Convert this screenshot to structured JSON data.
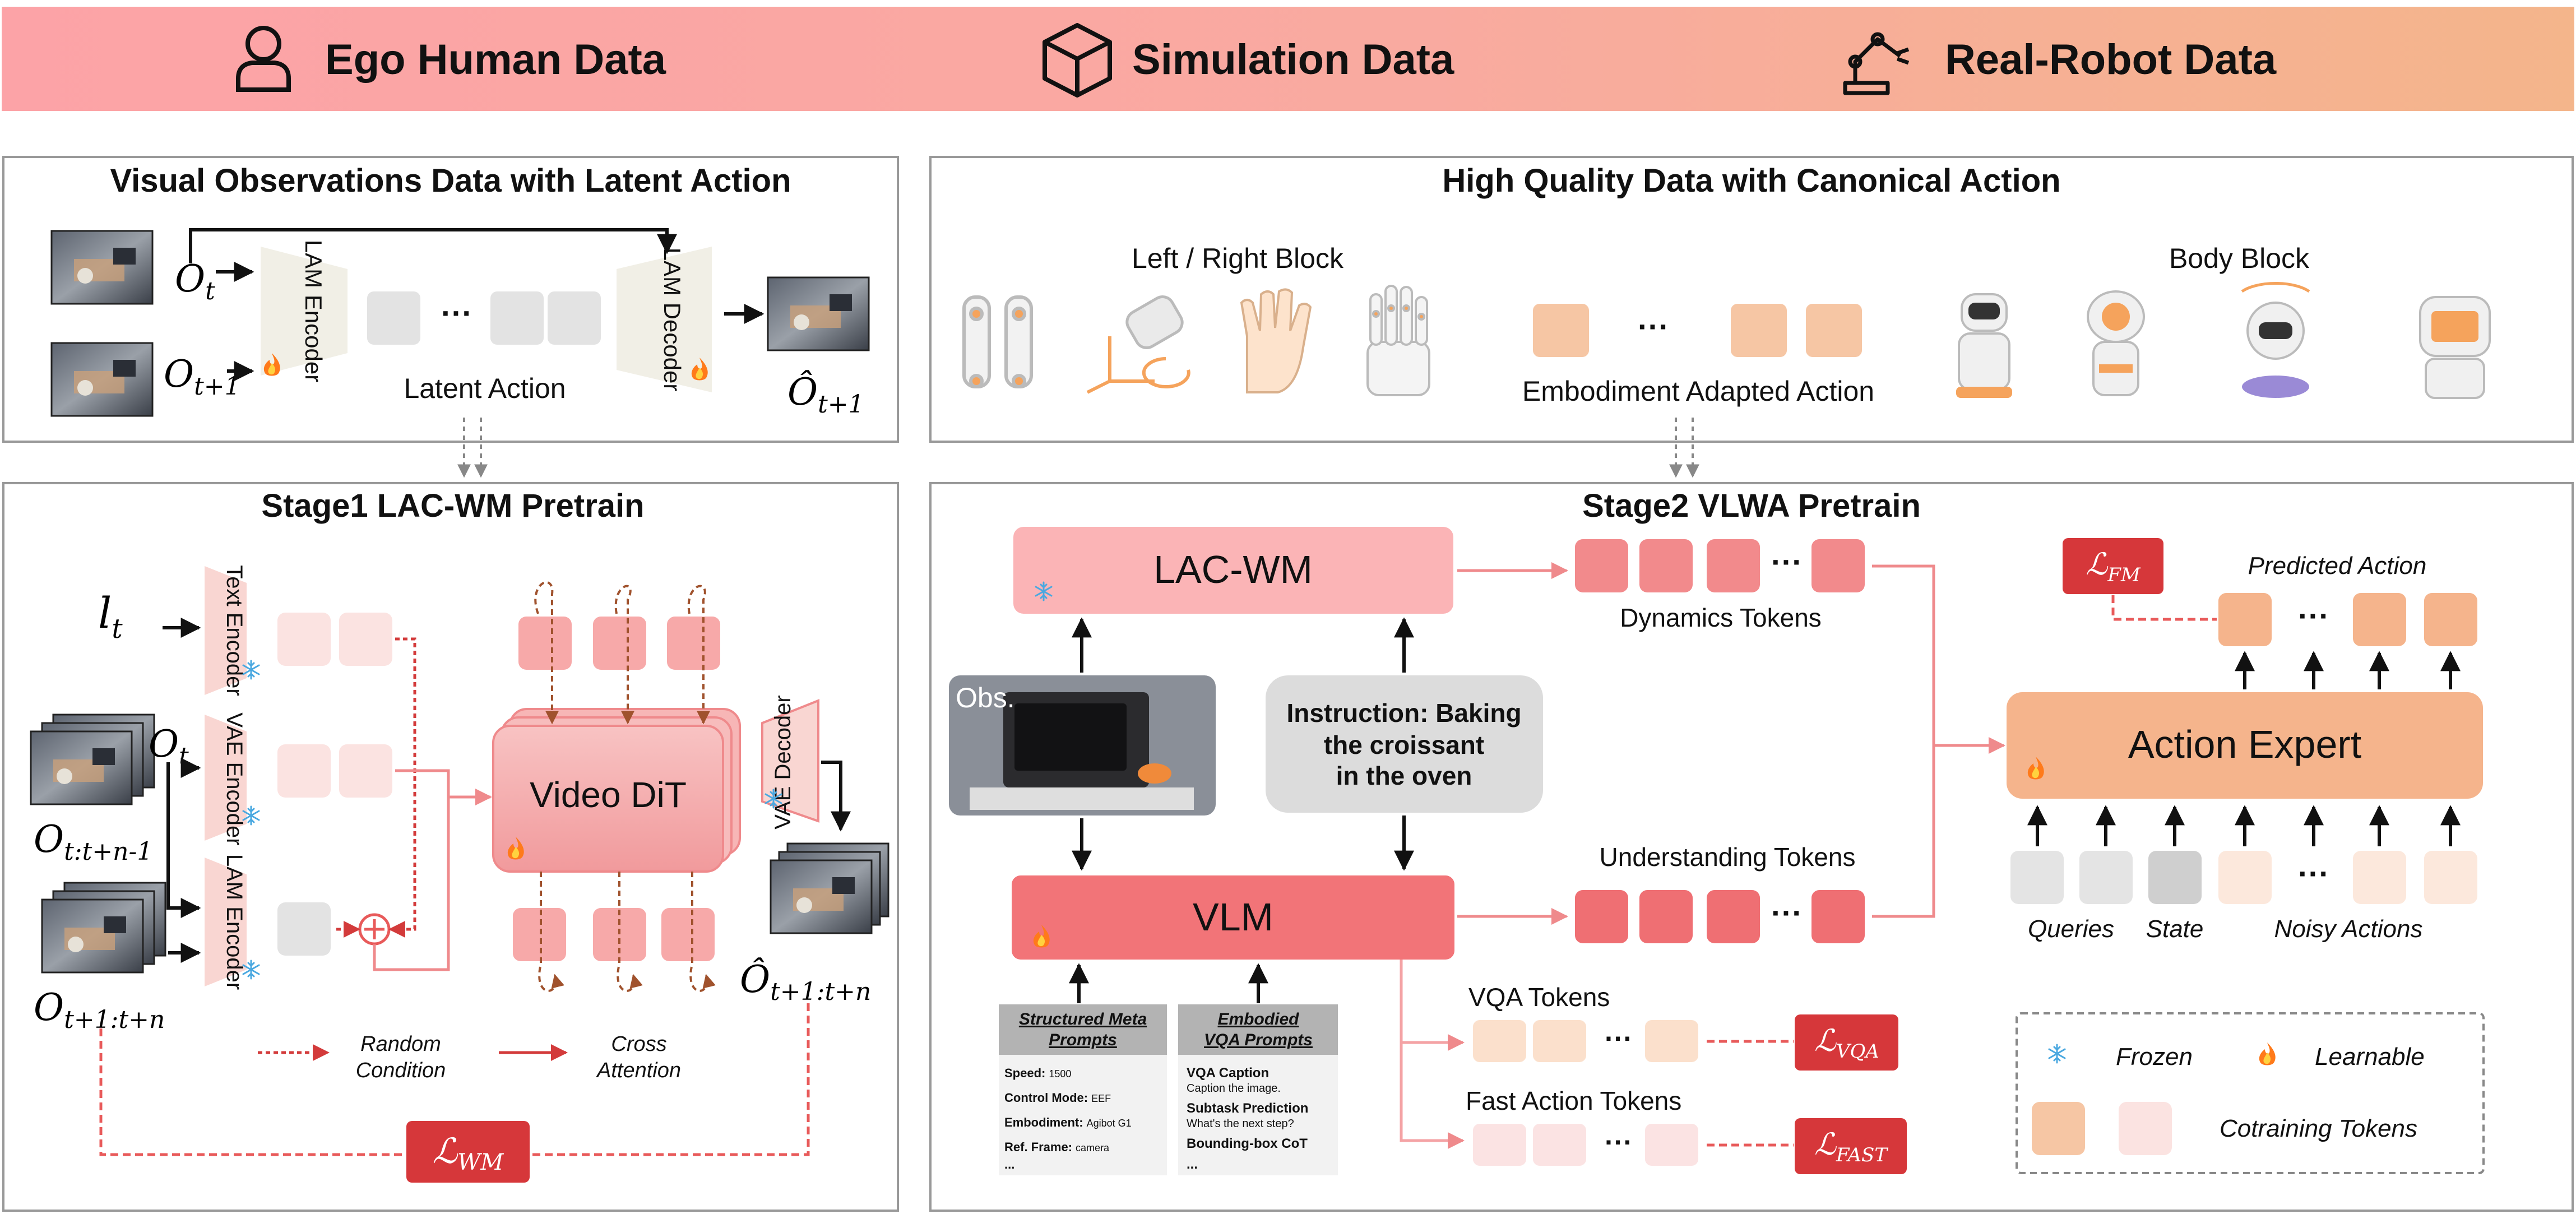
{
  "banner": {
    "ego": "Ego Human Data",
    "sim": "Simulation Data",
    "robot": "Real-Robot Data",
    "colors": [
      "#fca4a8",
      "#f5b48c"
    ]
  },
  "vis_panel": {
    "title": "Visual Observations Data with Latent Action",
    "o_t": "O",
    "o_t_sub": "t",
    "o_t1": "O",
    "o_t1_sub": "t+1",
    "o_hat": "Ô",
    "o_hat_sub": "t+1",
    "lam_encoder": "LAM Encoder",
    "lam_decoder": "LAM Decoder",
    "ellipsis": "···",
    "latent_action": "Latent Action"
  },
  "hq_panel": {
    "title": "High Quality Data with Canonical Action",
    "left_right_block": "Left / Right Block",
    "body_block": "Body Block",
    "embodiment_label": "Embodiment Adapted  Action",
    "ellipsis": "···"
  },
  "stage1": {
    "title": "Stage1 LAC-WM Pretrain",
    "l_t": "l",
    "l_t_sub": "t",
    "o_t": "O",
    "o_t_sub": "t",
    "o_seq": "O",
    "o_seq_sub": "t:t+n-1",
    "o_next": "O",
    "o_next_sub": "t+1:t+n",
    "o_hat": "Ô",
    "o_hat_sub": "t+1:t+n",
    "text_encoder": "Text Encoder",
    "vae_encoder": "VAE Encoder",
    "lam_encoder": "LAM Encoder",
    "video_dit": "Video DiT",
    "vae_decoder": "VAE Decoder",
    "random_condition": [
      "Random",
      "Condition"
    ],
    "cross_attention": [
      "Cross",
      "Attention"
    ],
    "loss": "ℒ",
    "loss_sub": "WM"
  },
  "stage2": {
    "title": "Stage2 VLWA Pretrain",
    "lac_wm": "LAC-WM",
    "vlm": "VLM",
    "obs": "Obs.",
    "instruction": [
      "Instruction: Baking",
      "the croissant",
      "in the oven"
    ],
    "dynamics_tokens": "Dynamics Tokens",
    "understanding_tokens": "Understanding Tokens",
    "vqa_tokens": "VQA Tokens",
    "fast_action_tokens": "Fast Action Tokens",
    "action_expert": "Action Expert",
    "predicted_action": "Predicted Action",
    "queries": "Queries",
    "state": "State",
    "noisy_actions": "Noisy Actions",
    "ellipsis": "···",
    "loss_fm": "ℒ",
    "loss_fm_sub": "FM",
    "loss_vqa": "ℒ",
    "loss_vqa_sub": "VQA",
    "loss_fast": "ℒ",
    "loss_fast_sub": "FAST",
    "meta_prompts": {
      "title": [
        "Structured Meta",
        "Prompts"
      ],
      "items": [
        {
          "k": "Speed:",
          "v": "1500"
        },
        {
          "k": "Control Mode:",
          "v": "EEF"
        },
        {
          "k": "Embodiment:",
          "v": "Agibot G1"
        },
        {
          "k": "Ref. Frame:",
          "v": "camera"
        },
        {
          "k": "...",
          "v": ""
        }
      ]
    },
    "vqa_prompts": {
      "title": [
        "Embodied",
        "VQA Prompts"
      ],
      "items": [
        {
          "k": "VQA Caption",
          "v": "Caption the image."
        },
        {
          "k": "Subtask Prediction",
          "v": "What's the next step?"
        },
        {
          "k": "Bounding-box CoT",
          "v": ""
        },
        {
          "k": "...",
          "v": ""
        }
      ]
    }
  },
  "legend": {
    "frozen": "Frozen",
    "learnable": "Learnable",
    "cotraining": "Cotraining Tokens"
  }
}
